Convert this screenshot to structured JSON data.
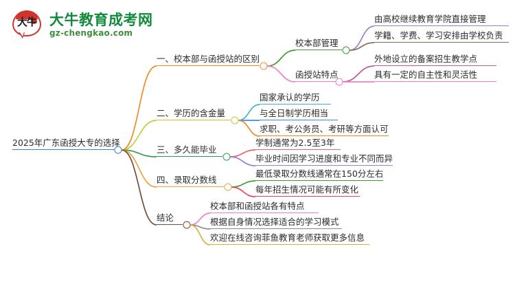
{
  "logo": {
    "mark_text": "大牛",
    "title": "大牛教育成考网",
    "subtitle": "gz-chengkao.com",
    "brand_color": "#128a3c",
    "mark_color": "#d0342c"
  },
  "mindmap": {
    "root": {
      "label": "2025年广东函授大专的选择",
      "color": "#3b7fc4"
    },
    "branches": [
      {
        "label": "一、校本部与函授站的区别",
        "color": "#f08a24",
        "children": [
          {
            "label": "校本部管理",
            "color": "#3f9b35",
            "children": [
              {
                "label": "由高校继续教育学院直接管理",
                "color": "#9b7fd4"
              },
              {
                "label": "学籍、学费、学习安排由学校负责",
                "color": "#8a6b5a"
              }
            ]
          },
          {
            "label": "函授站特点",
            "color": "#ef7fc8",
            "children": [
              {
                "label": "外地设立的备案招生教学点",
                "color": "#b05fa0"
              },
              {
                "label": "具有一定的自主性和灵活性",
                "color": "#ef7fc8"
              }
            ]
          }
        ]
      },
      {
        "label": "二、学历的含金量",
        "color": "#c4cc3a",
        "children": [
          {
            "label": "国家承认的学历",
            "color": "#3fb5d6"
          },
          {
            "label": "与全日制学历相当",
            "color": "#3b8fd4"
          },
          {
            "label": "求职、考公务员、考研等方面认可",
            "color": "#f08a24"
          }
        ]
      },
      {
        "label": "三、多久能毕业",
        "color": "#2f9e4f",
        "children": [
          {
            "label": "学制通常为2.5至3年",
            "color": "#e8636e"
          },
          {
            "label": "毕业时间因学习进度和专业不同而异",
            "color": "#9b7fd4"
          }
        ]
      },
      {
        "label": "四、录取分数线",
        "color": "#f0a43a",
        "children": [
          {
            "label": "最低录取分数线通常在150分左右",
            "color": "#3f9b35"
          },
          {
            "label": "每年招生情况可能有所变化",
            "color": "#e8485a"
          }
        ]
      },
      {
        "label": "结论",
        "color": "#7a4a3a",
        "children": [
          {
            "label": "校本部和函授站各有特点",
            "color": "#ef7fc8"
          },
          {
            "label": "根据自身情况选择适合的学习模式",
            "color": "#8a8a8a"
          },
          {
            "label": "欢迎在线咨询菲鱼教育老师获取更多信息",
            "color": "#d4b43a"
          }
        ]
      }
    ]
  }
}
